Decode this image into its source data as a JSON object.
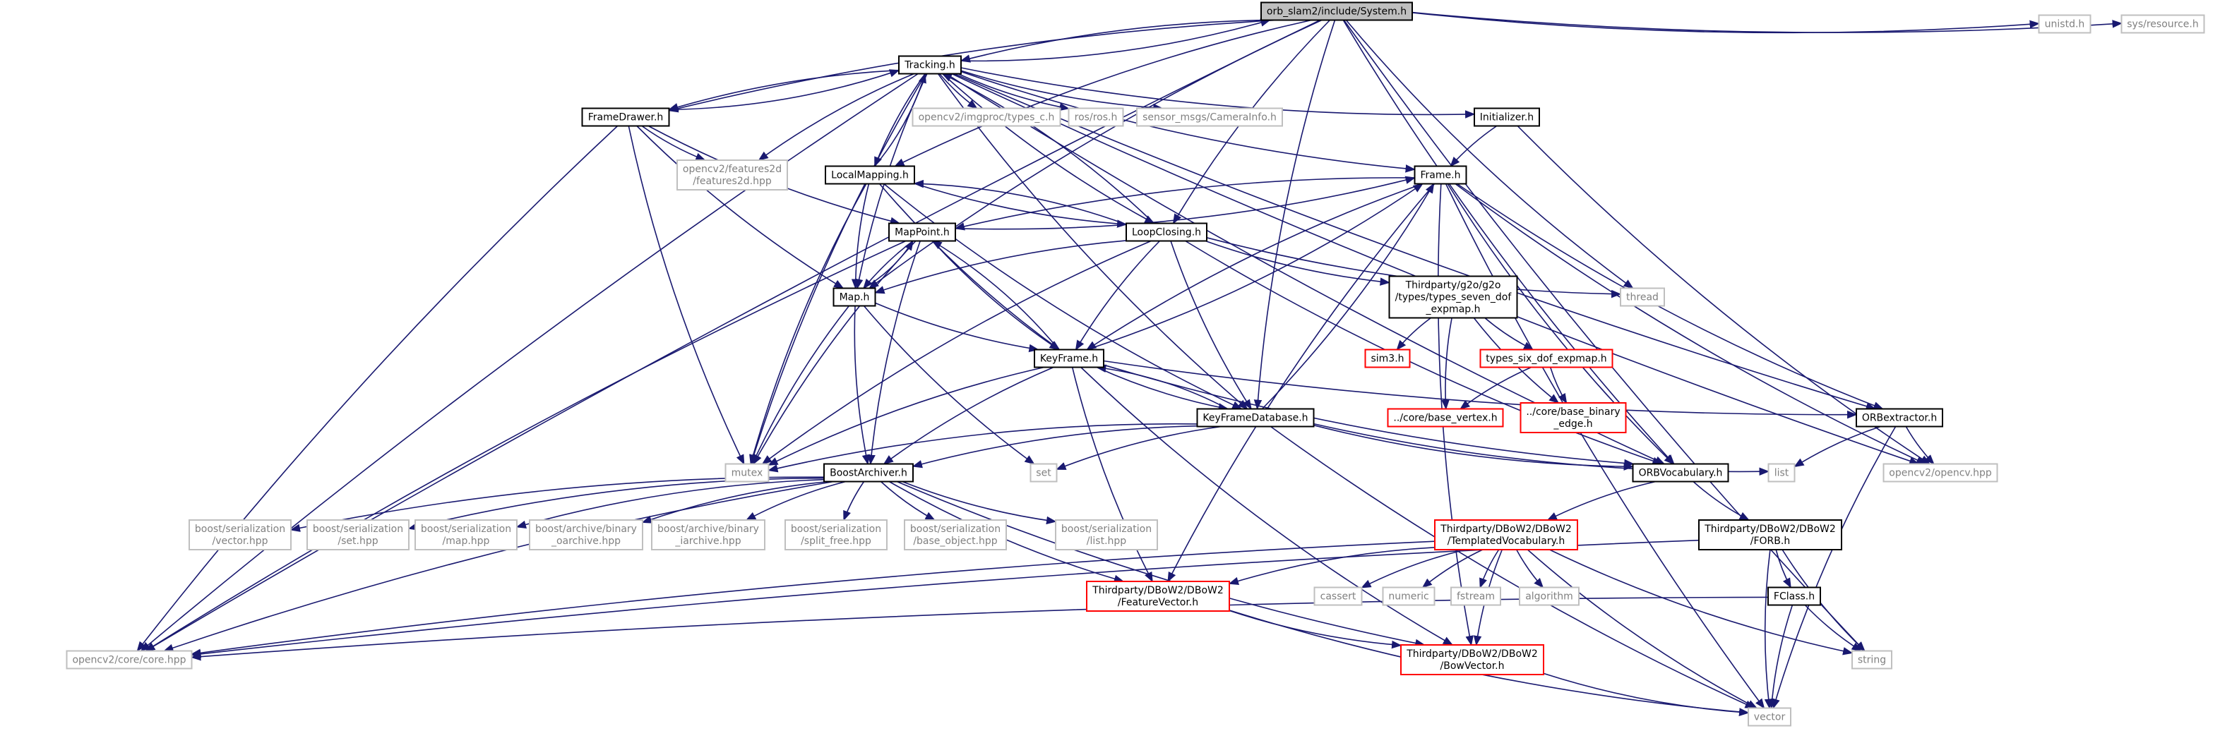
{
  "diagram": {
    "title": "orb_slam2/include/System.h",
    "colors": {
      "edge": "#191970",
      "node_border_local": "#000000",
      "node_border_missing": "#ff0000",
      "node_border_external": "#bfbfbf",
      "focus_fill": "#bfbfbf",
      "node_fill": "#ffffff"
    },
    "nodes": [
      {
        "id": "system",
        "lines": [
          "orb_slam2/include/System.h"
        ],
        "kind": "focus"
      },
      {
        "id": "tracking",
        "lines": [
          "Tracking.h"
        ],
        "kind": "local"
      },
      {
        "id": "unistd",
        "lines": [
          "unistd.h"
        ],
        "kind": "external"
      },
      {
        "id": "sysres",
        "lines": [
          "sys/resource.h"
        ],
        "kind": "external"
      },
      {
        "id": "framedrawer",
        "lines": [
          "FrameDrawer.h"
        ],
        "kind": "local"
      },
      {
        "id": "imgproc",
        "lines": [
          "opencv2/imgproc/types_c.h"
        ],
        "kind": "external"
      },
      {
        "id": "ros",
        "lines": [
          "ros/ros.h"
        ],
        "kind": "external"
      },
      {
        "id": "camerainfo",
        "lines": [
          "sensor_msgs/CameraInfo.h"
        ],
        "kind": "external"
      },
      {
        "id": "initializer",
        "lines": [
          "Initializer.h"
        ],
        "kind": "local"
      },
      {
        "id": "features2d",
        "lines": [
          "opencv2/features2d",
          "/features2d.hpp"
        ],
        "kind": "external"
      },
      {
        "id": "localmapping",
        "lines": [
          "LocalMapping.h"
        ],
        "kind": "local"
      },
      {
        "id": "frame",
        "lines": [
          "Frame.h"
        ],
        "kind": "local"
      },
      {
        "id": "mappoint",
        "lines": [
          "MapPoint.h"
        ],
        "kind": "local"
      },
      {
        "id": "loopclosing",
        "lines": [
          "LoopClosing.h"
        ],
        "kind": "local"
      },
      {
        "id": "map",
        "lines": [
          "Map.h"
        ],
        "kind": "local"
      },
      {
        "id": "g2otypes",
        "lines": [
          "Thirdparty/g2o/g2o",
          "/types/types_seven_dof",
          "_expmap.h"
        ],
        "kind": "local"
      },
      {
        "id": "thread",
        "lines": [
          "thread"
        ],
        "kind": "external"
      },
      {
        "id": "sim3",
        "lines": [
          "sim3.h"
        ],
        "kind": "missing"
      },
      {
        "id": "typessix",
        "lines": [
          "types_six_dof_expmap.h"
        ],
        "kind": "missing"
      },
      {
        "id": "keyframe",
        "lines": [
          "KeyFrame.h"
        ],
        "kind": "local"
      },
      {
        "id": "basevertex",
        "lines": [
          "../core/base_vertex.h"
        ],
        "kind": "missing"
      },
      {
        "id": "basebinary",
        "lines": [
          "../core/base_binary",
          "_edge.h"
        ],
        "kind": "missing"
      },
      {
        "id": "keyframedb",
        "lines": [
          "KeyFrameDatabase.h"
        ],
        "kind": "local"
      },
      {
        "id": "orbextractor",
        "lines": [
          "ORBextractor.h"
        ],
        "kind": "local"
      },
      {
        "id": "mutex",
        "lines": [
          "mutex"
        ],
        "kind": "external"
      },
      {
        "id": "set",
        "lines": [
          "set"
        ],
        "kind": "external"
      },
      {
        "id": "boostarchiver",
        "lines": [
          "BoostArchiver.h"
        ],
        "kind": "local"
      },
      {
        "id": "orbvocab",
        "lines": [
          "ORBVocabulary.h"
        ],
        "kind": "local"
      },
      {
        "id": "list",
        "lines": [
          "list"
        ],
        "kind": "external"
      },
      {
        "id": "opencvhpp",
        "lines": [
          "opencv2/opencv.hpp"
        ],
        "kind": "external"
      },
      {
        "id": "bs_vector",
        "lines": [
          "boost/serialization",
          "/vector.hpp"
        ],
        "kind": "external"
      },
      {
        "id": "bs_set",
        "lines": [
          "boost/serialization",
          "/set.hpp"
        ],
        "kind": "external"
      },
      {
        "id": "bs_map",
        "lines": [
          "boost/serialization",
          "/map.hpp"
        ],
        "kind": "external"
      },
      {
        "id": "ba_binary_o",
        "lines": [
          "boost/archive/binary",
          "_oarchive.hpp"
        ],
        "kind": "external"
      },
      {
        "id": "ba_binary_i",
        "lines": [
          "boost/archive/binary",
          "_iarchive.hpp"
        ],
        "kind": "external"
      },
      {
        "id": "bs_split",
        "lines": [
          "boost/serialization",
          "/split_free.hpp"
        ],
        "kind": "external"
      },
      {
        "id": "bs_base",
        "lines": [
          "boost/serialization",
          "/base_object.hpp"
        ],
        "kind": "external"
      },
      {
        "id": "bs_list",
        "lines": [
          "boost/serialization",
          "/list.hpp"
        ],
        "kind": "external"
      },
      {
        "id": "templvocab",
        "lines": [
          "Thirdparty/DBoW2/DBoW2",
          "/TemplatedVocabulary.h"
        ],
        "kind": "missing"
      },
      {
        "id": "forb",
        "lines": [
          "Thirdparty/DBoW2/DBoW2",
          "/FORB.h"
        ],
        "kind": "local"
      },
      {
        "id": "featurevector",
        "lines": [
          "Thirdparty/DBoW2/DBoW2",
          "/FeatureVector.h"
        ],
        "kind": "missing"
      },
      {
        "id": "cassert",
        "lines": [
          "cassert"
        ],
        "kind": "external"
      },
      {
        "id": "numeric",
        "lines": [
          "numeric"
        ],
        "kind": "external"
      },
      {
        "id": "fstream",
        "lines": [
          "fstream"
        ],
        "kind": "external"
      },
      {
        "id": "algorithm",
        "lines": [
          "algorithm"
        ],
        "kind": "external"
      },
      {
        "id": "fclass",
        "lines": [
          "FClass.h"
        ],
        "kind": "local"
      },
      {
        "id": "corehpp",
        "lines": [
          "opencv2/core/core.hpp"
        ],
        "kind": "external"
      },
      {
        "id": "bowvector",
        "lines": [
          "Thirdparty/DBoW2/DBoW2",
          "/BowVector.h"
        ],
        "kind": "missing"
      },
      {
        "id": "string",
        "lines": [
          "string"
        ],
        "kind": "external"
      },
      {
        "id": "vector",
        "lines": [
          "vector"
        ],
        "kind": "external"
      }
    ],
    "edges": [
      [
        "system",
        "tracking"
      ],
      [
        "system",
        "unistd"
      ],
      [
        "system",
        "sysres"
      ],
      [
        "system",
        "framedrawer"
      ],
      [
        "system",
        "localmapping"
      ],
      [
        "system",
        "loopclosing"
      ],
      [
        "system",
        "map"
      ],
      [
        "system",
        "keyframedb"
      ],
      [
        "system",
        "orbvocab"
      ],
      [
        "system",
        "thread"
      ],
      [
        "system",
        "string"
      ],
      [
        "system",
        "corehpp"
      ],
      [
        "tracking",
        "system"
      ],
      [
        "tracking",
        "framedrawer"
      ],
      [
        "tracking",
        "imgproc"
      ],
      [
        "tracking",
        "ros"
      ],
      [
        "tracking",
        "camerainfo"
      ],
      [
        "tracking",
        "initializer"
      ],
      [
        "tracking",
        "features2d"
      ],
      [
        "tracking",
        "localmapping"
      ],
      [
        "tracking",
        "frame"
      ],
      [
        "tracking",
        "loopclosing"
      ],
      [
        "tracking",
        "map"
      ],
      [
        "tracking",
        "keyframedb"
      ],
      [
        "tracking",
        "orbvocab"
      ],
      [
        "tracking",
        "orbextractor"
      ],
      [
        "tracking",
        "opencvhpp"
      ],
      [
        "tracking",
        "mutex"
      ],
      [
        "tracking",
        "corehpp"
      ],
      [
        "framedrawer",
        "tracking"
      ],
      [
        "framedrawer",
        "features2d"
      ],
      [
        "framedrawer",
        "mappoint"
      ],
      [
        "framedrawer",
        "map"
      ],
      [
        "framedrawer",
        "mutex"
      ],
      [
        "framedrawer",
        "corehpp"
      ],
      [
        "initializer",
        "frame"
      ],
      [
        "initializer",
        "opencvhpp"
      ],
      [
        "localmapping",
        "tracking"
      ],
      [
        "localmapping",
        "loopclosing"
      ],
      [
        "localmapping",
        "map"
      ],
      [
        "localmapping",
        "keyframe"
      ],
      [
        "localmapping",
        "keyframedb"
      ],
      [
        "localmapping",
        "mutex"
      ],
      [
        "frame",
        "mappoint"
      ],
      [
        "frame",
        "keyframe"
      ],
      [
        "frame",
        "orbvocab"
      ],
      [
        "frame",
        "orbextractor"
      ],
      [
        "frame",
        "opencvhpp"
      ],
      [
        "frame",
        "featurevector"
      ],
      [
        "frame",
        "bowvector"
      ],
      [
        "frame",
        "vector"
      ],
      [
        "mappoint",
        "frame"
      ],
      [
        "mappoint",
        "map"
      ],
      [
        "mappoint",
        "keyframe"
      ],
      [
        "mappoint",
        "mutex"
      ],
      [
        "mappoint",
        "boostarchiver"
      ],
      [
        "mappoint",
        "corehpp"
      ],
      [
        "loopclosing",
        "tracking"
      ],
      [
        "loopclosing",
        "localmapping"
      ],
      [
        "loopclosing",
        "map"
      ],
      [
        "loopclosing",
        "keyframe"
      ],
      [
        "loopclosing",
        "g2otypes"
      ],
      [
        "loopclosing",
        "thread"
      ],
      [
        "loopclosing",
        "keyframedb"
      ],
      [
        "loopclosing",
        "orbvocab"
      ],
      [
        "loopclosing",
        "mutex"
      ],
      [
        "map",
        "mappoint"
      ],
      [
        "map",
        "keyframe"
      ],
      [
        "map",
        "mutex"
      ],
      [
        "map",
        "set"
      ],
      [
        "map",
        "boostarchiver"
      ],
      [
        "g2otypes",
        "sim3"
      ],
      [
        "g2otypes",
        "typessix"
      ],
      [
        "g2otypes",
        "basevertex"
      ],
      [
        "g2otypes",
        "basebinary"
      ],
      [
        "typessix",
        "basevertex"
      ],
      [
        "typessix",
        "basebinary"
      ],
      [
        "keyframe",
        "mappoint"
      ],
      [
        "keyframe",
        "frame"
      ],
      [
        "keyframe",
        "keyframedb"
      ],
      [
        "keyframe",
        "orbvocab"
      ],
      [
        "keyframe",
        "orbextractor"
      ],
      [
        "keyframe",
        "mutex"
      ],
      [
        "keyframe",
        "boostarchiver"
      ],
      [
        "keyframe",
        "featurevector"
      ],
      [
        "keyframe",
        "bowvector"
      ],
      [
        "keyframedb",
        "keyframe"
      ],
      [
        "keyframedb",
        "frame"
      ],
      [
        "keyframedb",
        "orbvocab"
      ],
      [
        "keyframedb",
        "mutex"
      ],
      [
        "keyframedb",
        "list"
      ],
      [
        "keyframedb",
        "set"
      ],
      [
        "keyframedb",
        "boostarchiver"
      ],
      [
        "keyframedb",
        "vector"
      ],
      [
        "orbextractor",
        "list"
      ],
      [
        "orbextractor",
        "opencvhpp"
      ],
      [
        "orbextractor",
        "vector"
      ],
      [
        "boostarchiver",
        "bs_vector"
      ],
      [
        "boostarchiver",
        "bs_set"
      ],
      [
        "boostarchiver",
        "bs_map"
      ],
      [
        "boostarchiver",
        "ba_binary_o"
      ],
      [
        "boostarchiver",
        "ba_binary_i"
      ],
      [
        "boostarchiver",
        "bs_split"
      ],
      [
        "boostarchiver",
        "bs_base"
      ],
      [
        "boostarchiver",
        "bs_list"
      ],
      [
        "boostarchiver",
        "featurevector"
      ],
      [
        "boostarchiver",
        "bowvector"
      ],
      [
        "boostarchiver",
        "corehpp"
      ],
      [
        "orbvocab",
        "templvocab"
      ],
      [
        "orbvocab",
        "forb"
      ],
      [
        "templvocab",
        "featurevector"
      ],
      [
        "templvocab",
        "bowvector"
      ],
      [
        "templvocab",
        "cassert"
      ],
      [
        "templvocab",
        "numeric"
      ],
      [
        "templvocab",
        "fstream"
      ],
      [
        "templvocab",
        "algorithm"
      ],
      [
        "templvocab",
        "string"
      ],
      [
        "templvocab",
        "vector"
      ],
      [
        "templvocab",
        "corehpp"
      ],
      [
        "forb",
        "fclass"
      ],
      [
        "forb",
        "string"
      ],
      [
        "forb",
        "vector"
      ],
      [
        "forb",
        "corehpp"
      ],
      [
        "fclass",
        "string"
      ],
      [
        "fclass",
        "vector"
      ],
      [
        "fclass",
        "corehpp"
      ],
      [
        "featurevector",
        "bowvector"
      ],
      [
        "featurevector",
        "vector"
      ],
      [
        "bowvector",
        "vector"
      ]
    ]
  }
}
